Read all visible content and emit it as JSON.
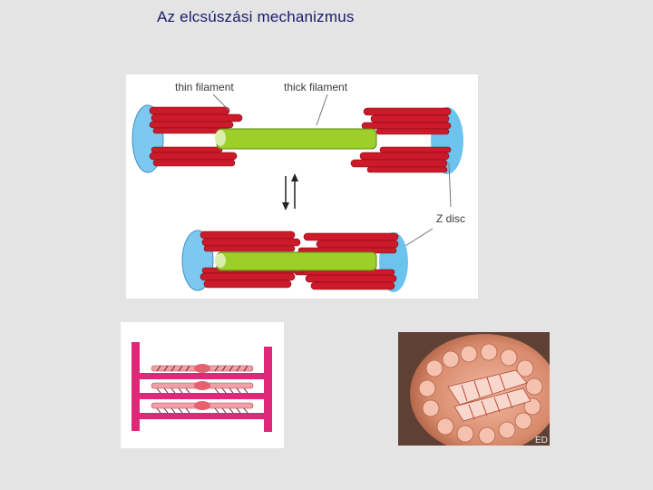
{
  "title": "Az elcsúszási mechanizmus",
  "diagram": {
    "label_thin": "thin filament",
    "label_thick": "thick filament",
    "label_zdisc": "Z disc"
  },
  "micrograph": {
    "credit": "ED"
  },
  "colors": {
    "actin_red": "#cc1a2a",
    "myosin_green": "#9ccf2a",
    "zdisc_blue": "#6cc4ee",
    "schematic_magenta": "#e0287a",
    "schematic_pink": "#f2a0a6"
  }
}
